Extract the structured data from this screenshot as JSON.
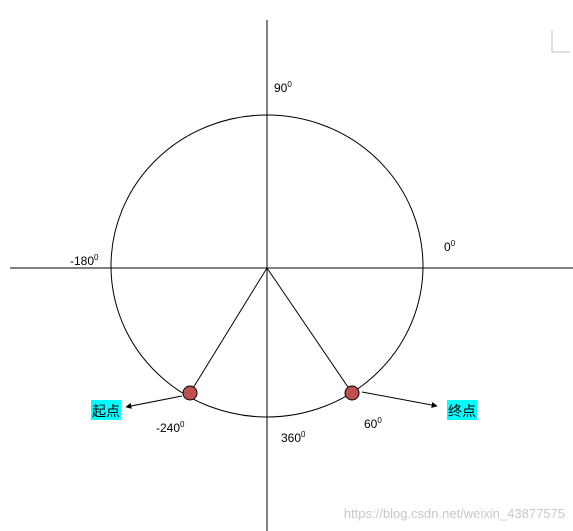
{
  "labels": {
    "deg90": "90",
    "deg0": "0",
    "degNeg180": "-180",
    "degNeg240": "-240",
    "deg360": "360",
    "deg60": "60",
    "degree_mark": "0"
  },
  "tags": {
    "start": "起点",
    "end": "终点"
  },
  "watermark": "https://blog.csdn.net/weixin_43877575",
  "colors": {
    "point_fill": "#c0504d",
    "tag_bg": "#00ffff",
    "line": "#000000"
  }
}
